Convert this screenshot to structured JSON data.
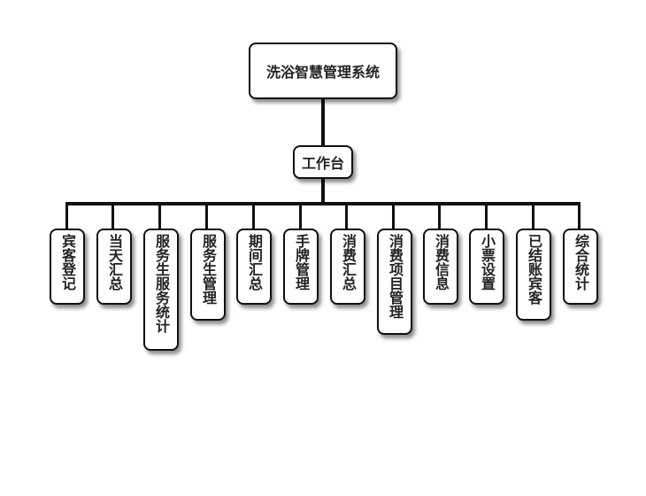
{
  "root": {
    "label": "洗浴智慧管理系统"
  },
  "hub": {
    "label": "工作台"
  },
  "leaves": [
    {
      "label": "宾客登记"
    },
    {
      "label": "当天汇总"
    },
    {
      "label": "服务生服务统计"
    },
    {
      "label": "服务生管理"
    },
    {
      "label": "期间汇总"
    },
    {
      "label": "手牌管理"
    },
    {
      "label": "消费汇总"
    },
    {
      "label": "消费项目管理"
    },
    {
      "label": "消费信息"
    },
    {
      "label": "小票设置"
    },
    {
      "label": "已结账宾客"
    },
    {
      "label": "综合统计"
    }
  ],
  "colors": {
    "stroke": "#111111",
    "fill": "#ffffff",
    "text": "#222222"
  }
}
